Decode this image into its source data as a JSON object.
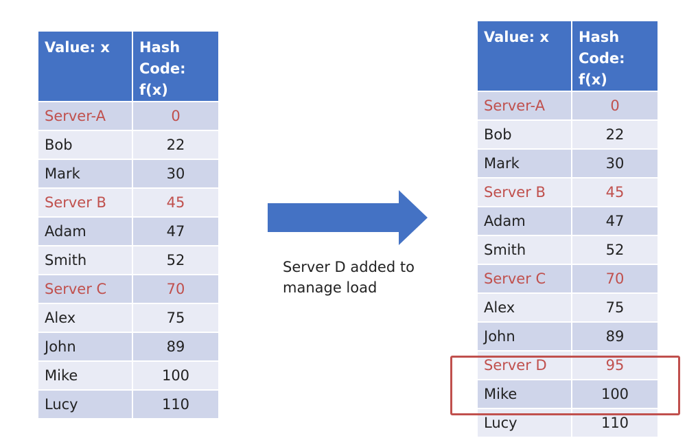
{
  "colors": {
    "header_bg": "#4472c4",
    "row_dark": "#cfd5ea",
    "row_light": "#e9ebf5",
    "server_text": "#c0504d",
    "arrow": "#4472c4",
    "highlight_border": "#c0504d"
  },
  "left_table": {
    "headers": {
      "col1": "Value: x",
      "col2_line1": "Hash",
      "col2_line2": "Code: f(x)"
    },
    "rows": [
      {
        "name": "Server-A",
        "hash": "0",
        "server": true
      },
      {
        "name": "Bob",
        "hash": "22",
        "server": false
      },
      {
        "name": "Mark",
        "hash": "30",
        "server": false
      },
      {
        "name": "Server B",
        "hash": "45",
        "server": true
      },
      {
        "name": "Adam",
        "hash": "47",
        "server": false
      },
      {
        "name": "Smith",
        "hash": "52",
        "server": false
      },
      {
        "name": "Server C",
        "hash": "70",
        "server": true
      },
      {
        "name": "Alex",
        "hash": "75",
        "server": false
      },
      {
        "name": "John",
        "hash": "89",
        "server": false
      },
      {
        "name": "Mike",
        "hash": "100",
        "server": false
      },
      {
        "name": "Lucy",
        "hash": "110",
        "server": false
      }
    ]
  },
  "caption": {
    "line1": "Server D added to",
    "line2": "manage load"
  },
  "right_table": {
    "headers": {
      "col1": "Value: x",
      "col2_line1": "Hash",
      "col2_line2": "Code: f(x)"
    },
    "rows": [
      {
        "name": "Server-A",
        "hash": "0",
        "server": true
      },
      {
        "name": "Bob",
        "hash": "22",
        "server": false
      },
      {
        "name": "Mark",
        "hash": "30",
        "server": false
      },
      {
        "name": "Server B",
        "hash": "45",
        "server": true
      },
      {
        "name": "Adam",
        "hash": "47",
        "server": false
      },
      {
        "name": "Smith",
        "hash": "52",
        "server": false
      },
      {
        "name": "Server C",
        "hash": "70",
        "server": true
      },
      {
        "name": "Alex",
        "hash": "75",
        "server": false
      },
      {
        "name": "John",
        "hash": "89",
        "server": false
      },
      {
        "name": "Server D",
        "hash": "95",
        "server": true
      },
      {
        "name": "Mike",
        "hash": "100",
        "server": false
      },
      {
        "name": "Lucy",
        "hash": "110",
        "server": false
      }
    ]
  }
}
